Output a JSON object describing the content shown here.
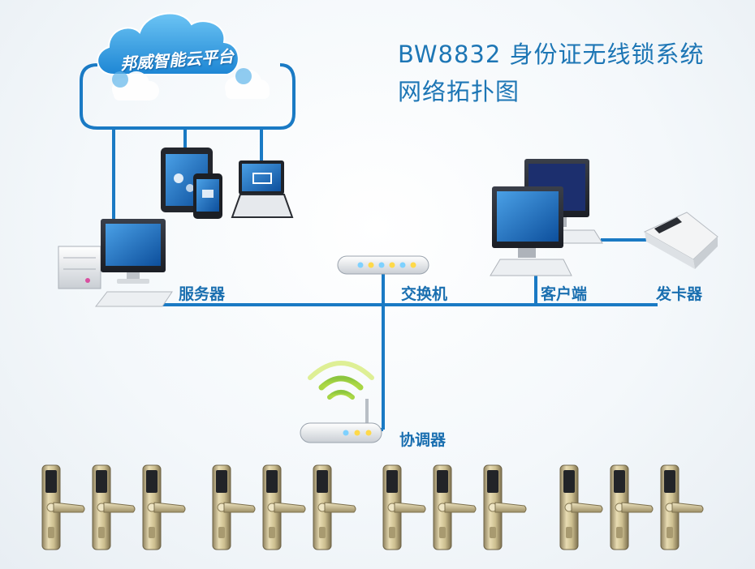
{
  "title": {
    "line1": "BW8832 身份证无线锁系统",
    "line2": "网络拓扑图"
  },
  "nodes": {
    "cloud": "邦威智能云平台",
    "server": "服务器",
    "switch": "交换机",
    "client": "客户端",
    "card_issuer": "发卡器",
    "coordinator": "协调器"
  },
  "colors": {
    "line": "#1a7ac4",
    "text": "#1a6fb0",
    "cloud": "#2e9be0",
    "lock_metal": "#c9b98a"
  },
  "locks": {
    "groups": 4,
    "per_group": 3
  }
}
